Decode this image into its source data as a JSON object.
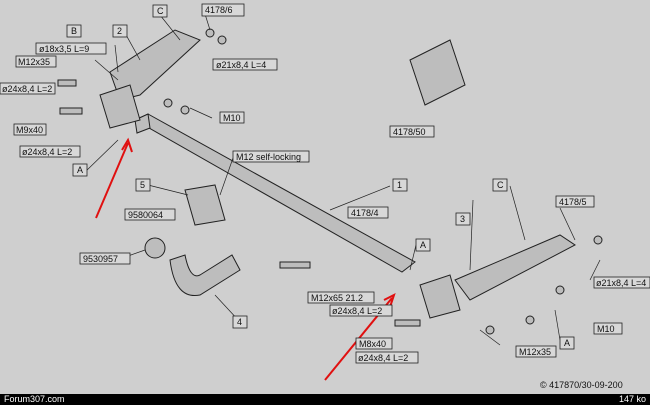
{
  "labels": {
    "c_top": "C",
    "n2": "2",
    "b": "B",
    "p41786": "4178/6",
    "d18": "ø18x3,5 L=9",
    "m12x35_tl": "M12x35",
    "d24_tl": "ø24x8,4 L=2",
    "d21_top": "ø21x8,4 L=4",
    "m9x40": "M9x40",
    "m10_top": "M10",
    "d24_l2": "ø24x8,4 L=2",
    "a_left": "A",
    "p417850": "4178/50",
    "m12self": "M12 self-locking",
    "n1": "1",
    "n5": "5",
    "p9580064": "9580064",
    "p417814": "4178/4",
    "c_right": "C",
    "p41785": "4178/5",
    "n3": "3",
    "p9530957": "9530957",
    "a_mid": "A",
    "d21_right": "ø21x8,4 L=4",
    "m12x65": "M12x65 21.2",
    "d24_mid": "ø24x8,4 L=2",
    "n4": "4",
    "m10_right": "M10",
    "a_right": "A",
    "m8x40": "M8x40",
    "d24_bot": "ø24x8,4 L=2",
    "m12x35_br": "M12x35",
    "drawing_no": "© 417870/30-09-200"
  },
  "footer": {
    "left": "Forum307.com",
    "right": "147 ko"
  }
}
